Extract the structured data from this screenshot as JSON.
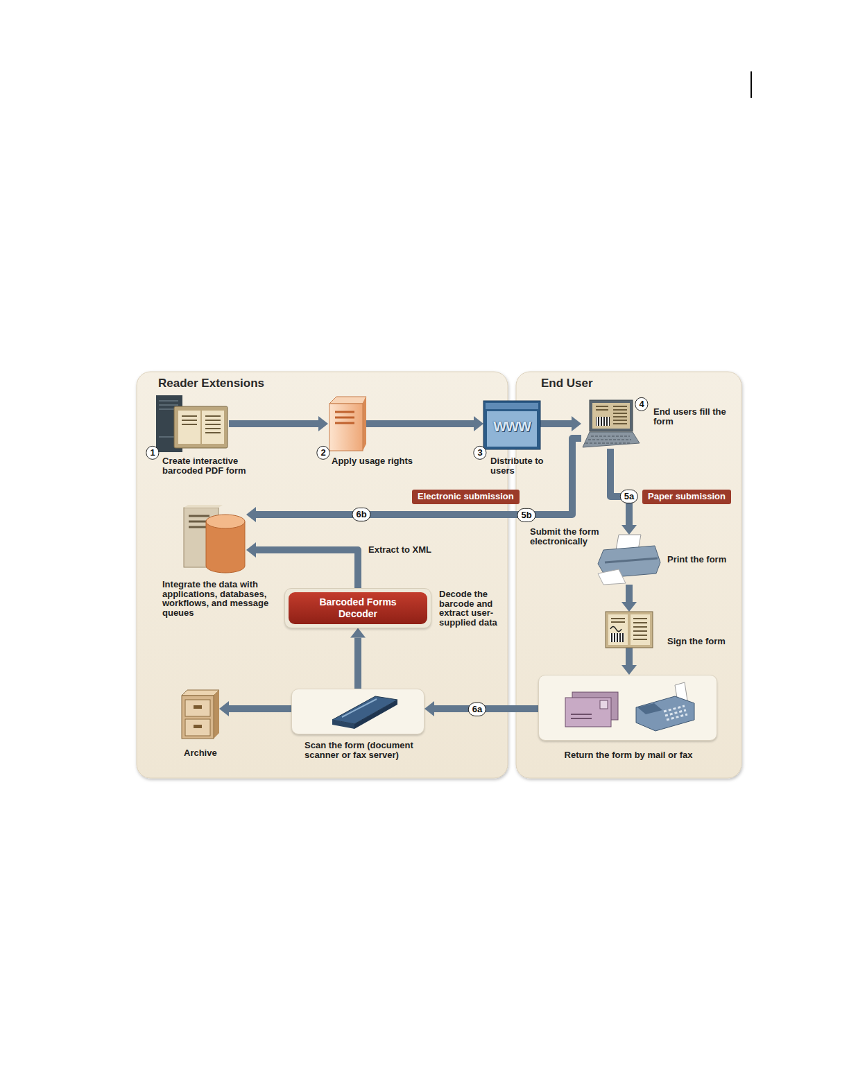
{
  "diagram": {
    "nodes": [
      {
        "text": [
          "Reader Extensions"
        ]
      },
      {
        "text": [
          "End User"
        ]
      },
      {
        "text": [
          "Create interactive barcoded PDF form"
        ],
        "in": 0
      },
      {
        "text": [
          "Apply usage rights"
        ],
        "in": 0
      },
      {
        "text": [
          "Distribute to users"
        ],
        "in": 0
      },
      {
        "text": [
          "Integrate the data with applications, databases, workflows, and message queues"
        ],
        "in": 0
      },
      {
        "text": [
          "Barcoded Forms Decoder"
        ],
        "in": 0
      },
      {
        "text": [
          "Scan the form (document scanner or fax server)"
        ],
        "in": 0
      },
      {
        "text": [
          "Archive"
        ],
        "in": 0
      },
      {
        "text": [
          "End users fill the form"
        ],
        "in": 1
      },
      {
        "text": [
          "Print the form"
        ],
        "in": 1
      },
      {
        "text": [
          "Sign the form"
        ],
        "in": 1
      },
      {
        "text": [
          "Return the form by mail or fax"
        ],
        "in": 1
      }
    ],
    "edges": [
      {
        "from": 2,
        "to": 3,
        "arrow": "to"
      },
      {
        "from": 3,
        "to": 4,
        "arrow": "to"
      },
      {
        "from": 4,
        "to": 9,
        "arrow": "to"
      },
      {
        "from": 9,
        "to": 10,
        "label": "5a",
        "arrow": "to"
      },
      {
        "from": 10,
        "to": 11,
        "arrow": "to"
      },
      {
        "from": 11,
        "to": 12,
        "arrow": "to"
      },
      {
        "from": 12,
        "to": 7,
        "label": "6a",
        "arrow": "to"
      },
      {
        "from": 7,
        "to": 6,
        "arrow": "to"
      },
      {
        "from": 6,
        "to": 5,
        "label": "Extract to XML",
        "arrow": "to"
      },
      {
        "from": 7,
        "to": 8,
        "arrow": "to"
      },
      {
        "from": 9,
        "to": 5,
        "label": "6b",
        "arrow": "to"
      }
    ],
    "labels": [
      "1",
      "2",
      "3",
      "4",
      "WWW",
      "Electronic submission",
      "Paper submission",
      "5b",
      "Submit the form electronically",
      "Decode the barcode and extract user-supplied data"
    ]
  }
}
